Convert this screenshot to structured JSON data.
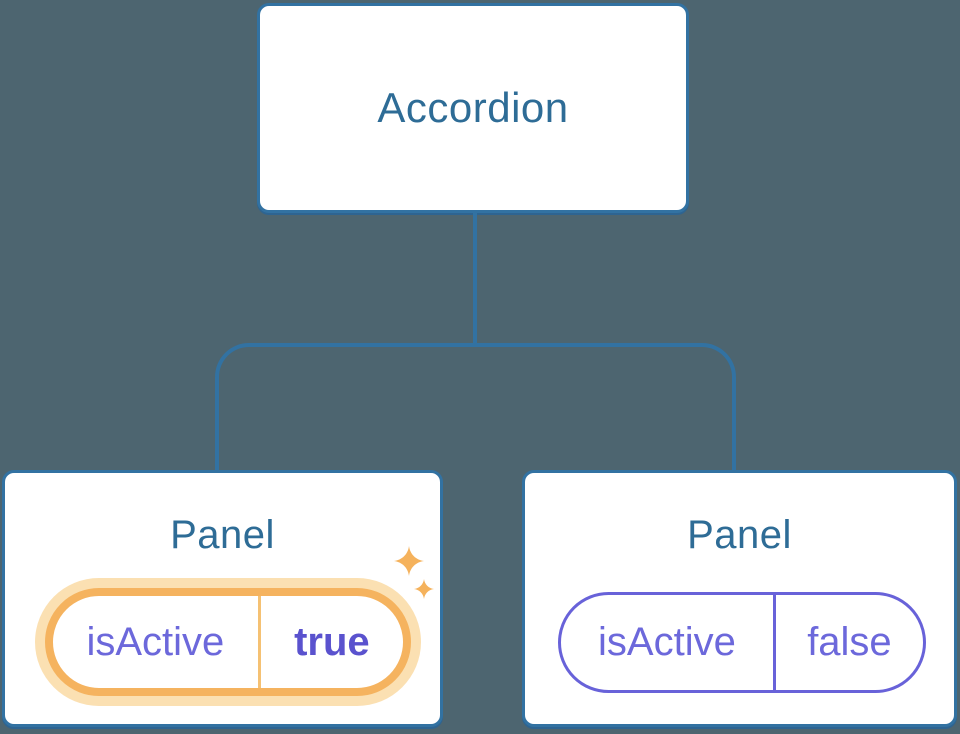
{
  "diagram": {
    "description": "Component tree: Accordion parent with two Panel children showing isActive prop state",
    "root": {
      "label": "Accordion"
    },
    "panels": [
      {
        "title": "Panel",
        "prop_name": "isActive",
        "prop_value": "true",
        "highlighted": true
      },
      {
        "title": "Panel",
        "prop_name": "isActive",
        "prop_value": "false",
        "highlighted": false
      }
    ],
    "icons": {
      "sparkle_large": "four-point-star",
      "sparkle_small": "four-point-star"
    },
    "colors": {
      "background": "#4D6570",
      "node_fill": "#FFFFFF",
      "line_blue": "#3272A2",
      "text_blue": "#2E6C96",
      "prop_purple": "#6C68DB",
      "prop_purple_bold": "#5A52CE",
      "highlight_orange": "#F5B35F",
      "highlight_orange_glow": "#FBE0B2",
      "sparkle_orange": "#F5B25C"
    }
  }
}
